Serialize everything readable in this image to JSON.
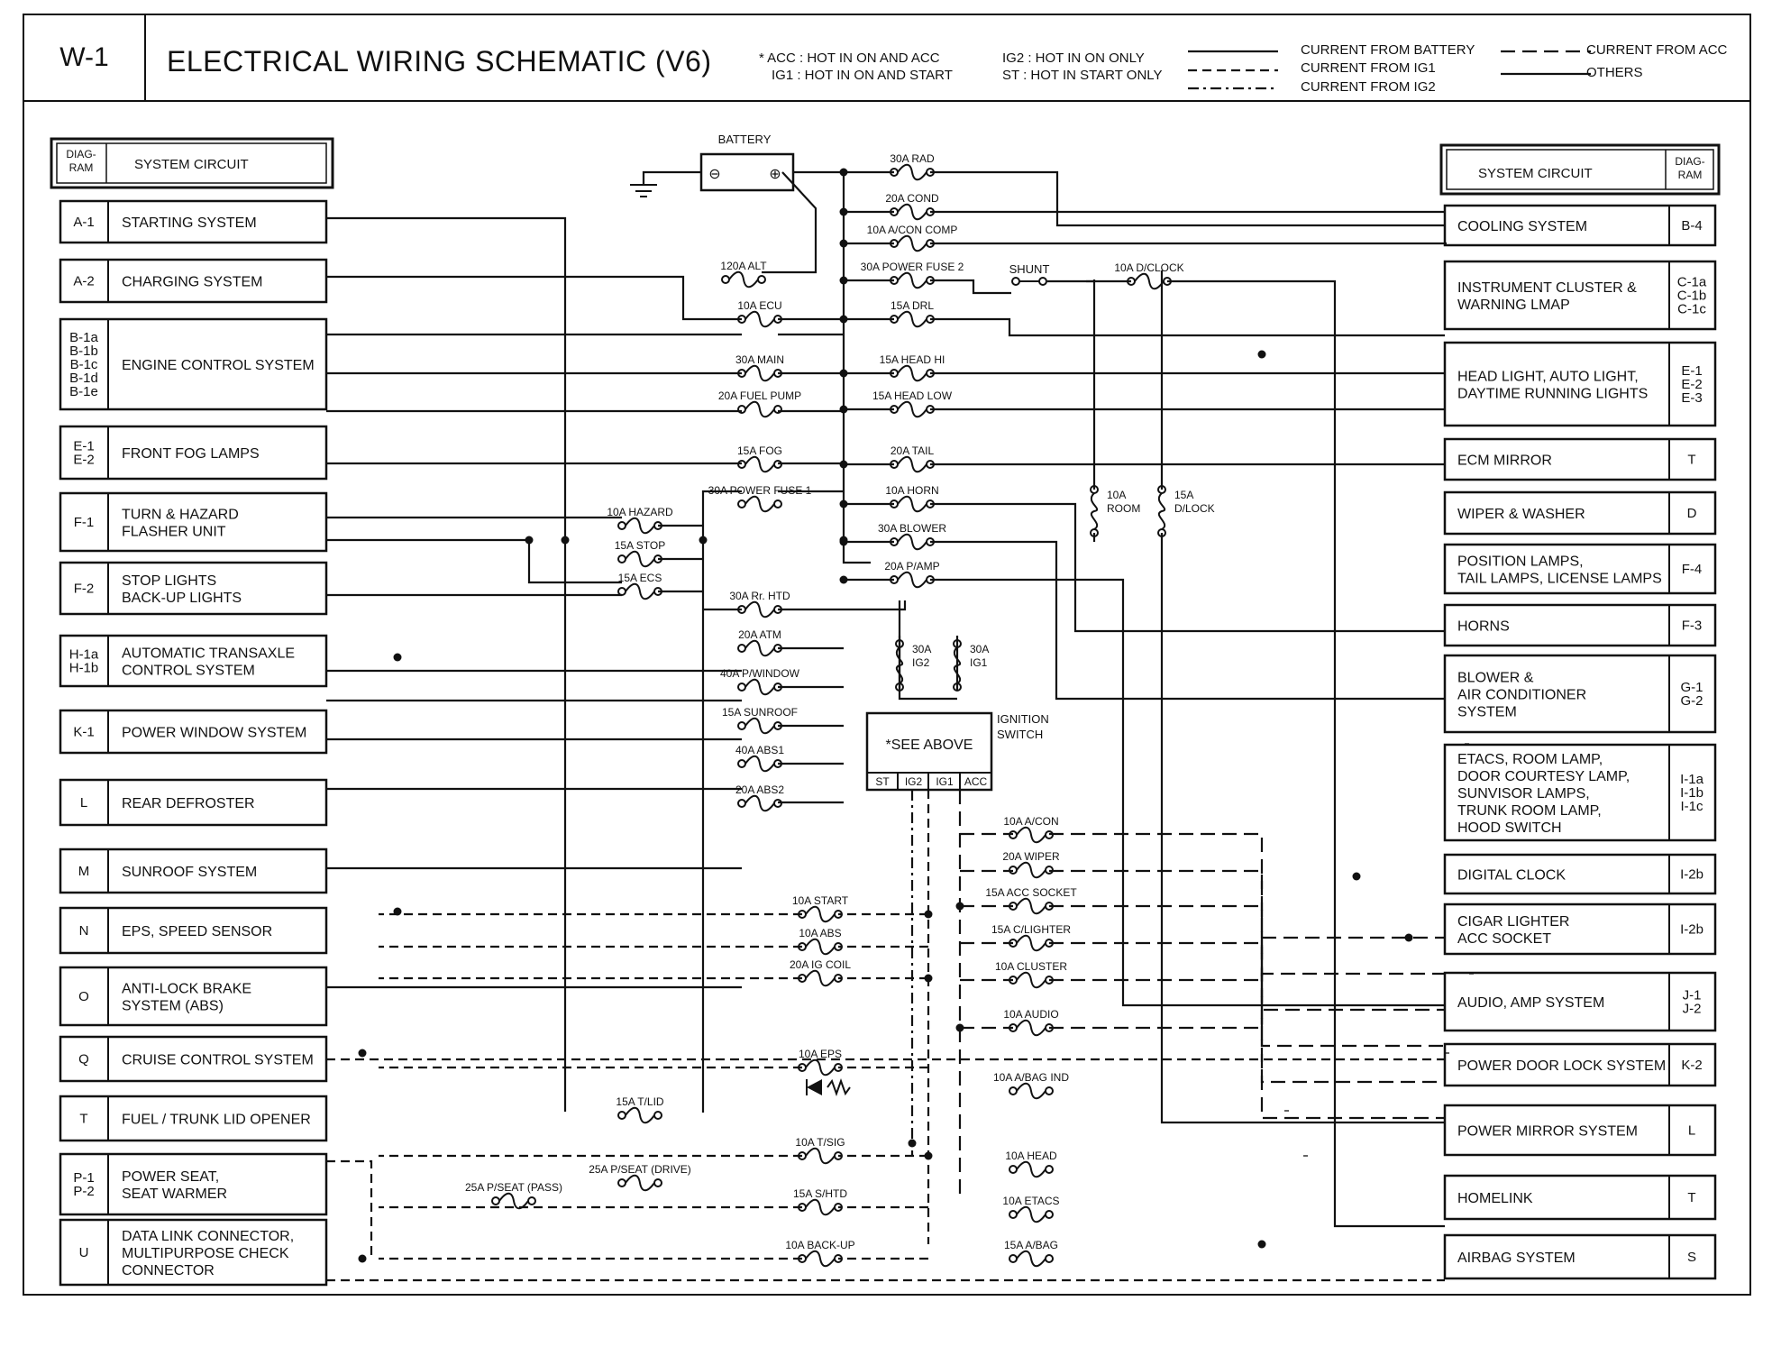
{
  "header": {
    "sheet_id": "W-1",
    "title": "ELECTRICAL WIRING SCHEMATIC (V6)",
    "power_notes": [
      "* ACC : HOT IN ON AND ACC",
      "IG1 : HOT IN ON AND START",
      "IG2 : HOT IN ON ONLY",
      "ST : HOT IN START ONLY"
    ],
    "legend": [
      {
        "label": "CURRENT FROM BATTERY",
        "style": "solid"
      },
      {
        "label": "CURRENT FROM IG1",
        "style": "dashed"
      },
      {
        "label": "CURRENT FROM IG2",
        "style": "dashdot"
      },
      {
        "label": "CURRENT FROM ACC",
        "style": "longdash"
      },
      {
        "label": "OTHERS",
        "style": "thin"
      }
    ]
  },
  "left_panel": {
    "header": {
      "diag": "DIAG-\nRAM",
      "title": "SYSTEM CIRCUIT"
    },
    "systems": [
      {
        "code": "A-1",
        "name": "STARTING SYSTEM"
      },
      {
        "code": "A-2",
        "name": "CHARGING SYSTEM"
      },
      {
        "code": "B-1a\nB-1b\nB-1c\nB-1d\nB-1e",
        "name": "ENGINE CONTROL SYSTEM"
      },
      {
        "code": "E-1\nE-2",
        "name": "FRONT FOG LAMPS"
      },
      {
        "code": "F-1",
        "name": "TURN & HAZARD\nFLASHER UNIT"
      },
      {
        "code": "F-2",
        "name": "STOP LIGHTS\nBACK-UP LIGHTS"
      },
      {
        "code": "H-1a\nH-1b",
        "name": "AUTOMATIC TRANSAXLE\nCONTROL SYSTEM"
      },
      {
        "code": "K-1",
        "name": "POWER WINDOW SYSTEM"
      },
      {
        "code": "L",
        "name": "REAR DEFROSTER"
      },
      {
        "code": "M",
        "name": "SUNROOF SYSTEM"
      },
      {
        "code": "N",
        "name": "EPS, SPEED SENSOR"
      },
      {
        "code": "O",
        "name": "ANTI-LOCK BRAKE\nSYSTEM (ABS)"
      },
      {
        "code": "Q",
        "name": "CRUISE CONTROL SYSTEM"
      },
      {
        "code": "T",
        "name": "FUEL / TRUNK LID OPENER"
      },
      {
        "code": "P-1\nP-2",
        "name": "POWER SEAT,\nSEAT WARMER"
      },
      {
        "code": "U",
        "name": "DATA LINK CONNECTOR,\nMULTIPURPOSE CHECK\nCONNECTOR"
      }
    ]
  },
  "right_panel": {
    "header": {
      "diag": "DIAG-\nRAM",
      "title": "SYSTEM CIRCUIT"
    },
    "systems": [
      {
        "code": "B-4",
        "name": "COOLING SYSTEM"
      },
      {
        "code": "C-1a\nC-1b\nC-1c",
        "name": "INSTRUMENT CLUSTER &\nWARNING LMAP"
      },
      {
        "code": "E-1\nE-2\nE-3",
        "name": "HEAD LIGHT, AUTO LIGHT,\nDAYTIME RUNNING LIGHTS"
      },
      {
        "code": "T",
        "name": "ECM MIRROR"
      },
      {
        "code": "D",
        "name": "WIPER & WASHER"
      },
      {
        "code": "F-4",
        "name": "POSITION LAMPS,\nTAIL LAMPS, LICENSE LAMPS"
      },
      {
        "code": "F-3",
        "name": "HORNS"
      },
      {
        "code": "G-1\nG-2",
        "name": "BLOWER &\nAIR CONDITIONER\nSYSTEM"
      },
      {
        "code": "I-1a\nI-1b\nI-1c",
        "name": "ETACS, ROOM LAMP,\nDOOR COURTESY LAMP,\nSUNVISOR LAMPS,\nTRUNK ROOM LAMP,\nHOOD SWITCH"
      },
      {
        "code": "I-2b",
        "name": "DIGITAL CLOCK"
      },
      {
        "code": "I-2b",
        "name": "CIGAR LIGHTER\nACC SOCKET"
      },
      {
        "code": "J-1\nJ-2",
        "name": "AUDIO, AMP SYSTEM"
      },
      {
        "code": "K-2",
        "name": "POWER DOOR LOCK SYSTEM"
      },
      {
        "code": "L",
        "name": "POWER MIRROR SYSTEM"
      },
      {
        "code": "T",
        "name": "HOMELINK"
      },
      {
        "code": "S",
        "name": "AIRBAG SYSTEM"
      }
    ]
  },
  "battery": {
    "label": "BATTERY",
    "minus": "⊖",
    "plus": "⊕"
  },
  "ignition": {
    "label": "IGNITION\nSWITCH",
    "body": "*SEE ABOVE",
    "terminals": [
      "ST",
      "IG2",
      "IG1",
      "ACC"
    ]
  },
  "fuses": [
    "30A RAD",
    "20A COND",
    "10A A/CON COMP",
    "120A ALT",
    "30A POWER FUSE 2",
    "SHUNT",
    "10A D/CLOCK",
    "10A ECU",
    "15A DRL",
    "30A MAIN",
    "15A HEAD HI",
    "20A FUEL PUMP",
    "15A HEAD LOW",
    "15A FOG",
    "20A TAIL",
    "30A POWER FUSE 1",
    "10A HORN",
    "10A HAZARD",
    "15A STOP",
    "30A BLOWER",
    "15A ECS",
    "20A P/AMP",
    "30A Rr. HTD",
    "20A ATM",
    "40A P/WINDOW",
    "15A SUNROOF",
    "40A ABS1",
    "20A ABS2",
    "30A\nIG2",
    "30A\nIG1",
    "10A\nROOM",
    "15A\nD/LOCK",
    "10A A/CON",
    "20A WIPER",
    "15A ACC SOCKET",
    "15A C/LIGHTER",
    "10A CLUSTER",
    "10A AUDIO",
    "10A START",
    "10A ABS",
    "20A IG COIL",
    "10A EPS",
    "10A A/BAG IND",
    "15A T/LID",
    "10A T/SIG",
    "10A HEAD",
    "25A P/SEAT (DRIVE)",
    "25A P/SEAT (PASS)",
    "15A S/HTD",
    "10A ETACS",
    "10A BACK-UP",
    "15A A/BAG"
  ]
}
